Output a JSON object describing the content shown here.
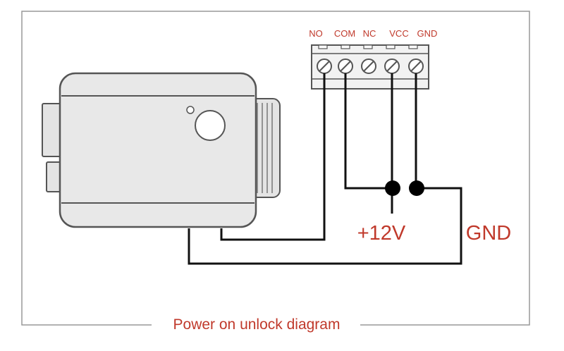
{
  "terminal_block": {
    "labels": [
      "NO",
      "COM",
      "NC",
      "VCC",
      "GND"
    ]
  },
  "power": {
    "plus_label": "+12V",
    "ground_label": "GND"
  },
  "caption": "Power on unlock diagram",
  "colors": {
    "label_red": "#c0392b",
    "wire": "#111111",
    "lock_body": "#e6e6e6",
    "lock_outline": "#555555"
  }
}
